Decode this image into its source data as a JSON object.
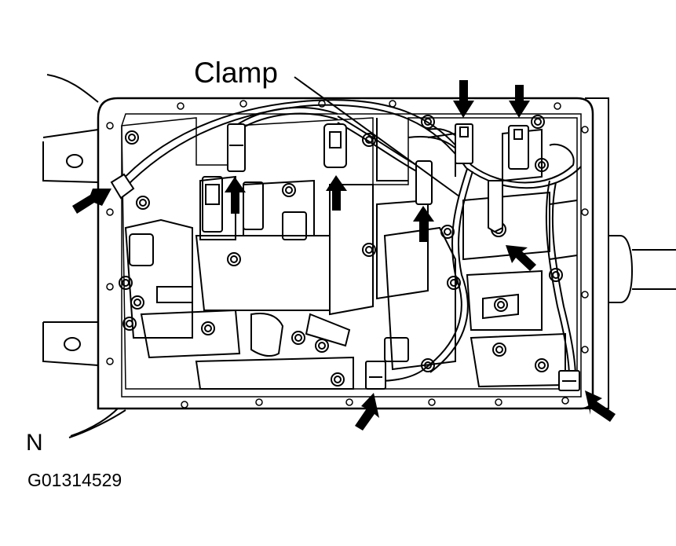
{
  "labels": {
    "clamp": "Clamp",
    "n": "N",
    "figure_code": "G01314529"
  },
  "colors": {
    "line": "#000000",
    "background": "#ffffff"
  }
}
